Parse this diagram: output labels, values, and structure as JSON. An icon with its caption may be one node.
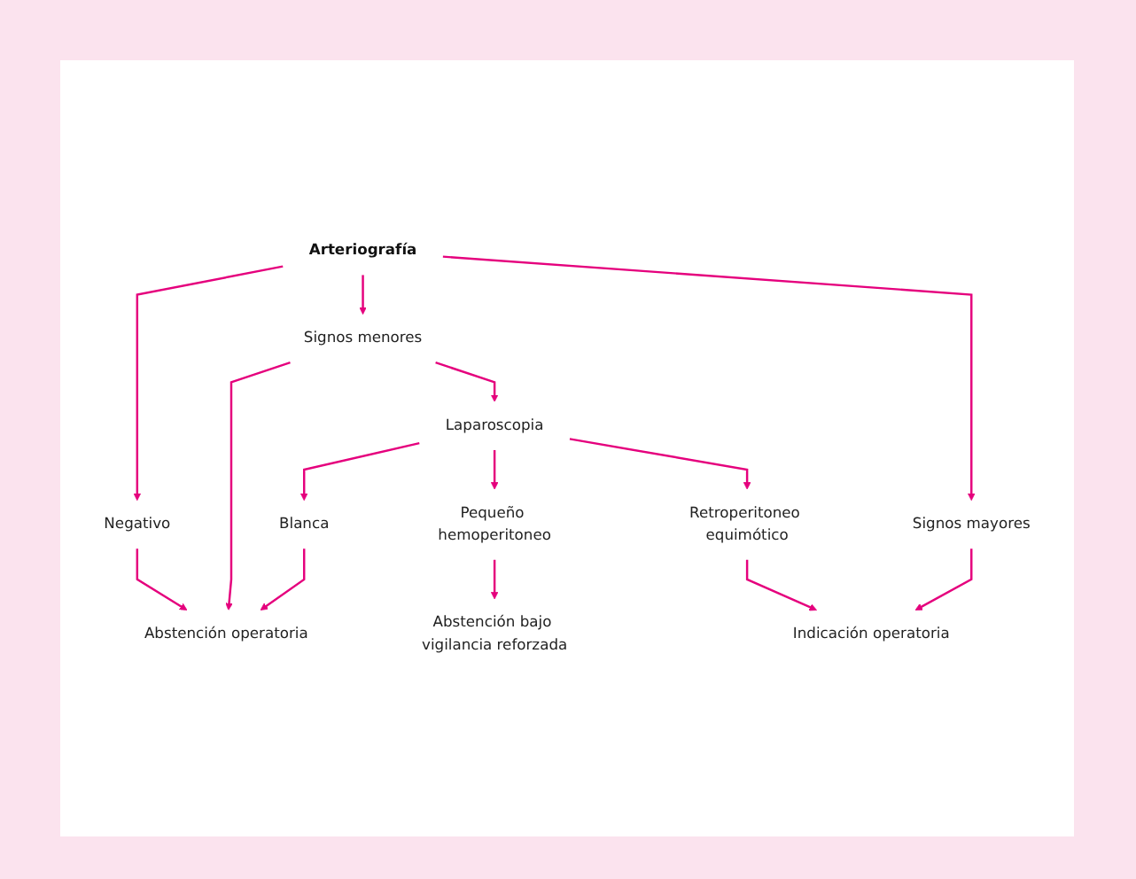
{
  "diagram": {
    "nodes": [
      {
        "text": [
          "Arteriografía"
        ]
      },
      {
        "text": [
          "Negativo"
        ]
      },
      {
        "text": [
          "Signos menores"
        ]
      },
      {
        "text": [
          "Signos mayores"
        ]
      },
      {
        "text": [
          "Abstención operatoria"
        ]
      },
      {
        "text": [
          "Laparoscopia"
        ]
      },
      {
        "text": [
          "Indicación operatoria"
        ]
      },
      {
        "text": [
          "Blanca"
        ]
      },
      {
        "text": [
          "Pequeño hemoperitoneo"
        ]
      },
      {
        "text": [
          "Retroperitoneo equimótico"
        ]
      },
      {
        "text": [
          "Abstención bajo vigilancia reforzada"
        ]
      }
    ],
    "edges": [
      {
        "from": 0,
        "to": 1,
        "arrow": "to"
      },
      {
        "from": 0,
        "to": 2,
        "arrow": "to"
      },
      {
        "from": 0,
        "to": 3,
        "arrow": "to"
      },
      {
        "from": 1,
        "to": 4,
        "arrow": "to"
      },
      {
        "from": 2,
        "to": 4,
        "arrow": "to"
      },
      {
        "from": 3,
        "to": 6,
        "arrow": "to"
      },
      {
        "from": 2,
        "to": 5,
        "arrow": "to"
      },
      {
        "from": 5,
        "to": 7,
        "arrow": "to"
      },
      {
        "from": 5,
        "to": 8,
        "arrow": "to"
      },
      {
        "from": 5,
        "to": 9,
        "arrow": "to"
      },
      {
        "from": 7,
        "to": 4,
        "arrow": "to"
      },
      {
        "from": 9,
        "to": 6,
        "arrow": "to"
      },
      {
        "from": 8,
        "to": 10,
        "arrow": "to"
      }
    ]
  }
}
